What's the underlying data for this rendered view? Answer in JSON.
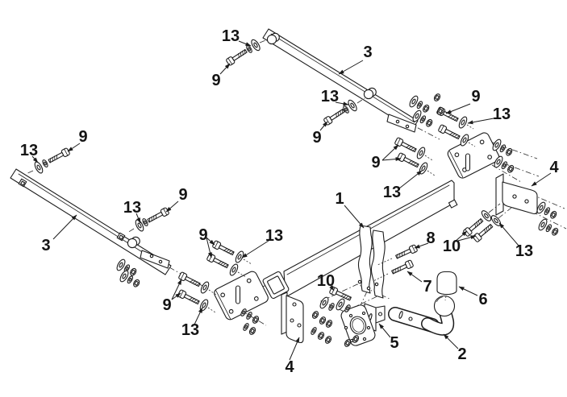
{
  "meta": {
    "background": "#ffffff",
    "line_color": "#1c1c1c",
    "label_color": "#141414"
  },
  "diagram": {
    "type": "exploded-parts-diagram",
    "subject": "tow bar hitch assembly exploded view",
    "visible_part_numbers": [
      "1",
      "2",
      "3",
      "4",
      "5",
      "6",
      "7",
      "8",
      "9",
      "10",
      "13"
    ],
    "callouts": [
      {
        "label": "13"
      },
      {
        "label": "9"
      },
      {
        "label": "3"
      },
      {
        "label": "13"
      },
      {
        "label": "9"
      },
      {
        "label": "9"
      },
      {
        "label": "13"
      },
      {
        "label": "13"
      },
      {
        "label": "9"
      },
      {
        "label": "3"
      },
      {
        "label": "13"
      },
      {
        "label": "9"
      },
      {
        "label": "9"
      },
      {
        "label": "13"
      },
      {
        "label": "1"
      },
      {
        "label": "4"
      },
      {
        "label": "9"
      },
      {
        "label": "13"
      },
      {
        "label": "9"
      },
      {
        "label": "13"
      },
      {
        "label": "10"
      },
      {
        "label": "10"
      },
      {
        "label": "13"
      },
      {
        "label": "8"
      },
      {
        "label": "7"
      },
      {
        "label": "6"
      },
      {
        "label": "5"
      },
      {
        "label": "2"
      },
      {
        "label": "4"
      }
    ]
  }
}
